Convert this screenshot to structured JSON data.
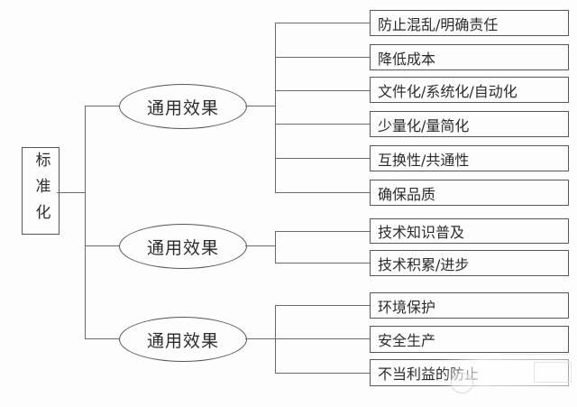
{
  "root": {
    "label": "标准化"
  },
  "branches": [
    {
      "label": "通用效果",
      "children": [
        "防止混乱/明确责任",
        "降低成本",
        "文件化/系统化/自动化",
        "少量化/量简化",
        "互换性/共通性",
        "确保品质"
      ]
    },
    {
      "label": "通用效果",
      "children": [
        "技术知识普及",
        "技术积累/进步"
      ]
    },
    {
      "label": "通用效果",
      "children": [
        "环境保护",
        "安全生产",
        "不当利益的防止"
      ]
    }
  ],
  "colors": {
    "line": "#6a6a6a",
    "border": "#565656",
    "text": "#2b2b2b",
    "background": "#fdfdfd"
  }
}
